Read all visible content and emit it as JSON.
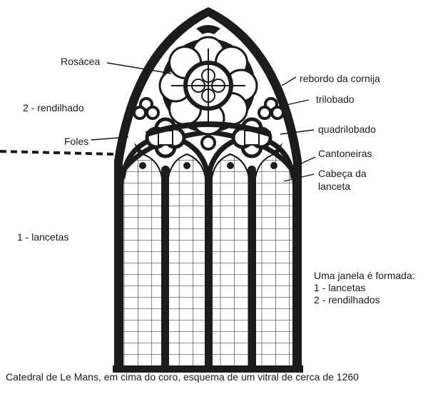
{
  "labels": {
    "rosacea": "Rosácea",
    "rebordo": "rebordo da cornija",
    "trilobado": "trilobado",
    "rendilhado_left": "2 - rendilhado",
    "quadrilobado": "quadrilobado",
    "foles": "Foles",
    "cantoneiras": "Cantoneiras",
    "cabeca_line1": "Cabeça da",
    "cabeca_line2": "lanceta",
    "lancetas_left": "1 - lancetas"
  },
  "note": {
    "line1": "Uma janela é formada:",
    "line2": "1 - lancetas",
    "line3": "2 - rendilhados"
  },
  "caption": "Catedral de Le Mans, em cima do coro, esquema de um vitral de cerca de 1260"
}
